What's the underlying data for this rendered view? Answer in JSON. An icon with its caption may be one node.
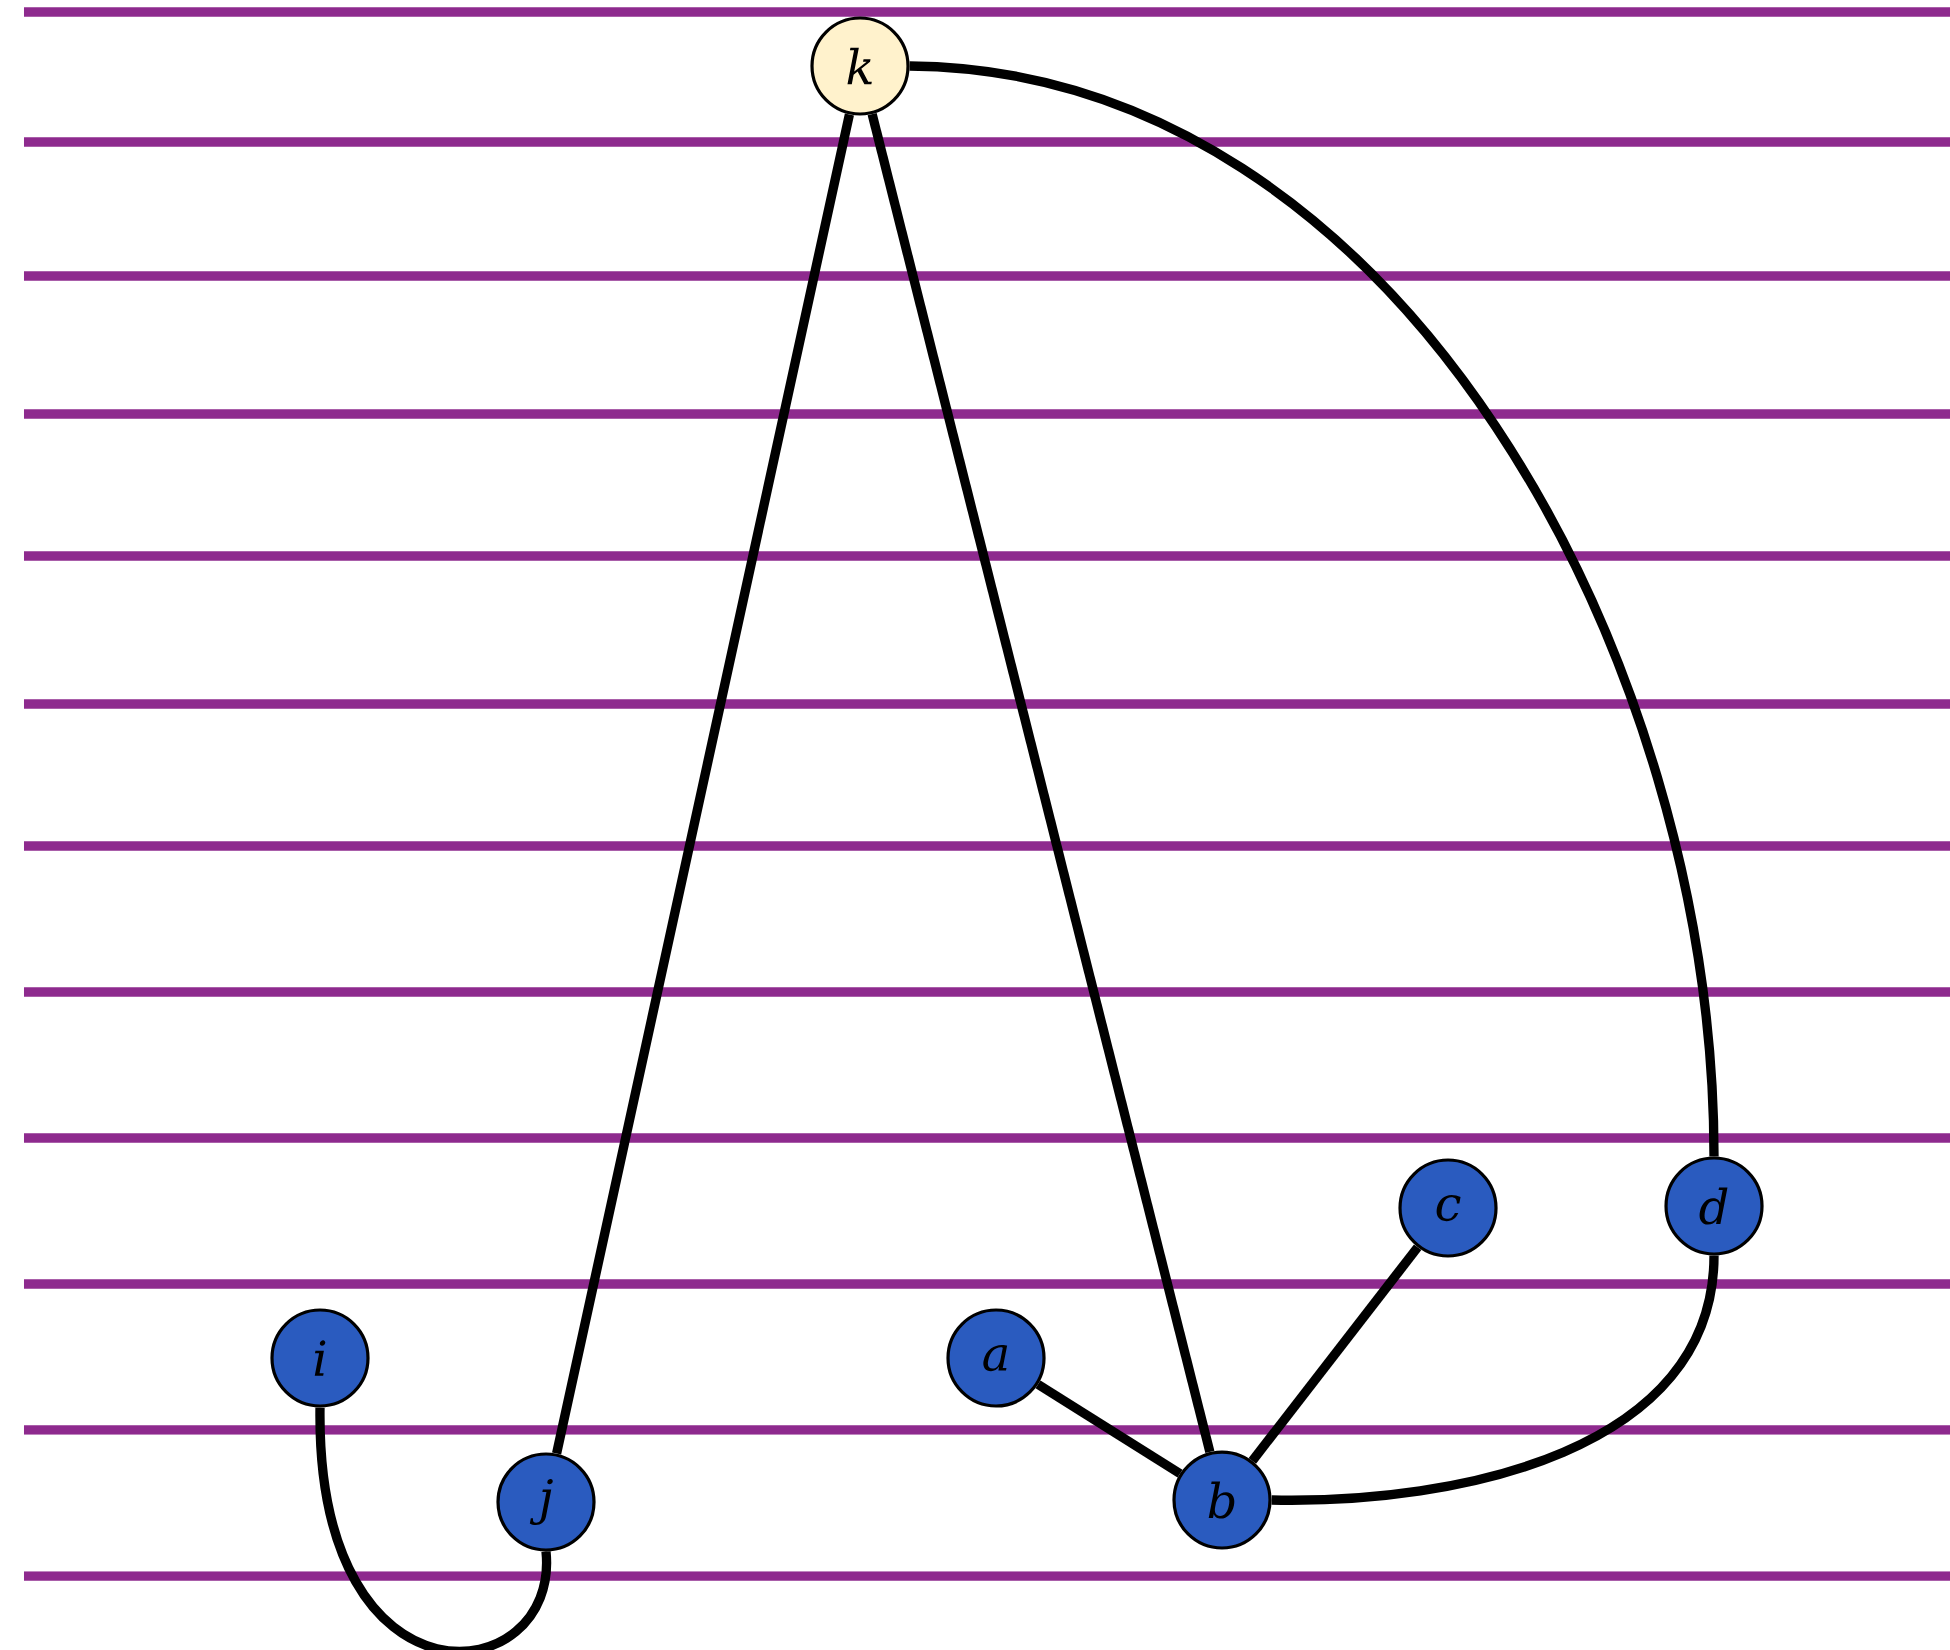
{
  "diagram": {
    "nodes": [
      {
        "text": [
          "*k*"
        ]
      },
      {
        "text": [
          "*c*"
        ]
      },
      {
        "text": [
          "*d*"
        ]
      },
      {
        "text": [
          "*i*"
        ]
      },
      {
        "text": [
          "*a*"
        ]
      },
      {
        "text": [
          "*j*"
        ]
      },
      {
        "text": [
          "*b*"
        ]
      }
    ],
    "edges": [
      {
        "from": 0,
        "to": 5,
        "arrow": "none"
      },
      {
        "from": 0,
        "to": 6,
        "arrow": "none"
      },
      {
        "from": 0,
        "to": 2,
        "arrow": "none"
      },
      {
        "from": 3,
        "to": 5,
        "arrow": "none"
      },
      {
        "from": 4,
        "to": 6,
        "arrow": "none"
      },
      {
        "from": 6,
        "to": 1,
        "arrow": "none"
      },
      {
        "from": 6,
        "to": 2,
        "arrow": "none"
      }
    ]
  }
}
